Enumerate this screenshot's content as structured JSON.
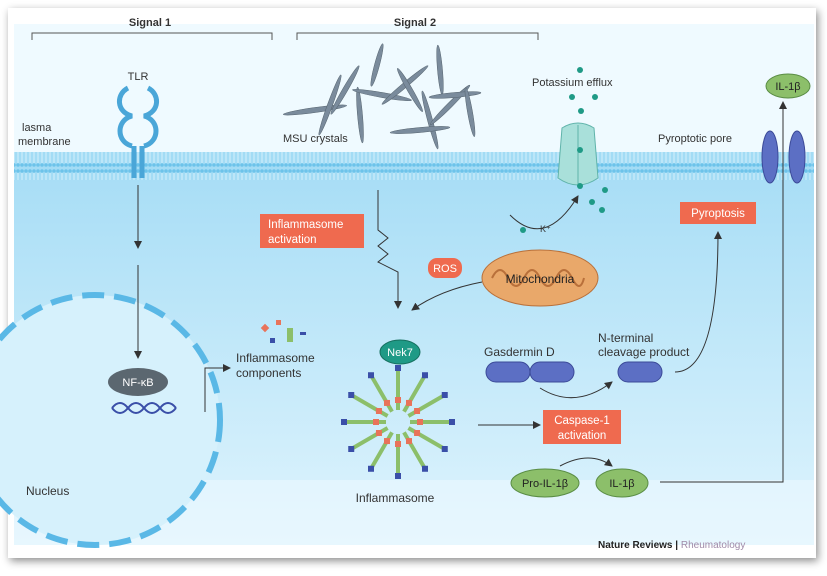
{
  "labels": {
    "signal1": "Signal 1",
    "signal2": "Signal 2",
    "tlr": "TLR",
    "plasma_membrane_1": "lasma",
    "plasma_membrane_2": "membrane",
    "msu": "MSU crystals",
    "potassium": "Potassium efflux",
    "k_ion": "K⁺",
    "pore": "Pyroptotic pore",
    "il1b_top": "IL-1β",
    "inflammasome_activation_1": "Inflammasome",
    "inflammasome_activation_2": "activation",
    "ros": "ROS",
    "mitochondria": "Mitochondria",
    "pyroptosis": "Pyroptosis",
    "components_1": "Inflammasome",
    "components_2": "components",
    "nfkb": "NF-κB",
    "nek7": "Nek7",
    "gasdermin": "Gasdermin D",
    "nterm_1": "N-terminal",
    "nterm_2": "cleavage product",
    "caspase_1": "Caspase-1",
    "caspase_2": "activation",
    "pro_il1b": "Pro-IL-1β",
    "il1b": "IL-1β",
    "nucleus": "Nucleus",
    "inflammasome": "Inflammasome",
    "credit_1": "Nature Reviews | ",
    "credit_2": "Rheumatology"
  },
  "colors": {
    "extracellular": "#effaff",
    "cytoplasm": "#b5e4f8",
    "membrane": "#8fd2f0",
    "highlight_box": "#ef6a4f",
    "il1b": "#8cbf6a",
    "gasdermin": "#5c6fc4",
    "mitochondria": "#e9a86a",
    "potassium": "#1f9a86"
  }
}
